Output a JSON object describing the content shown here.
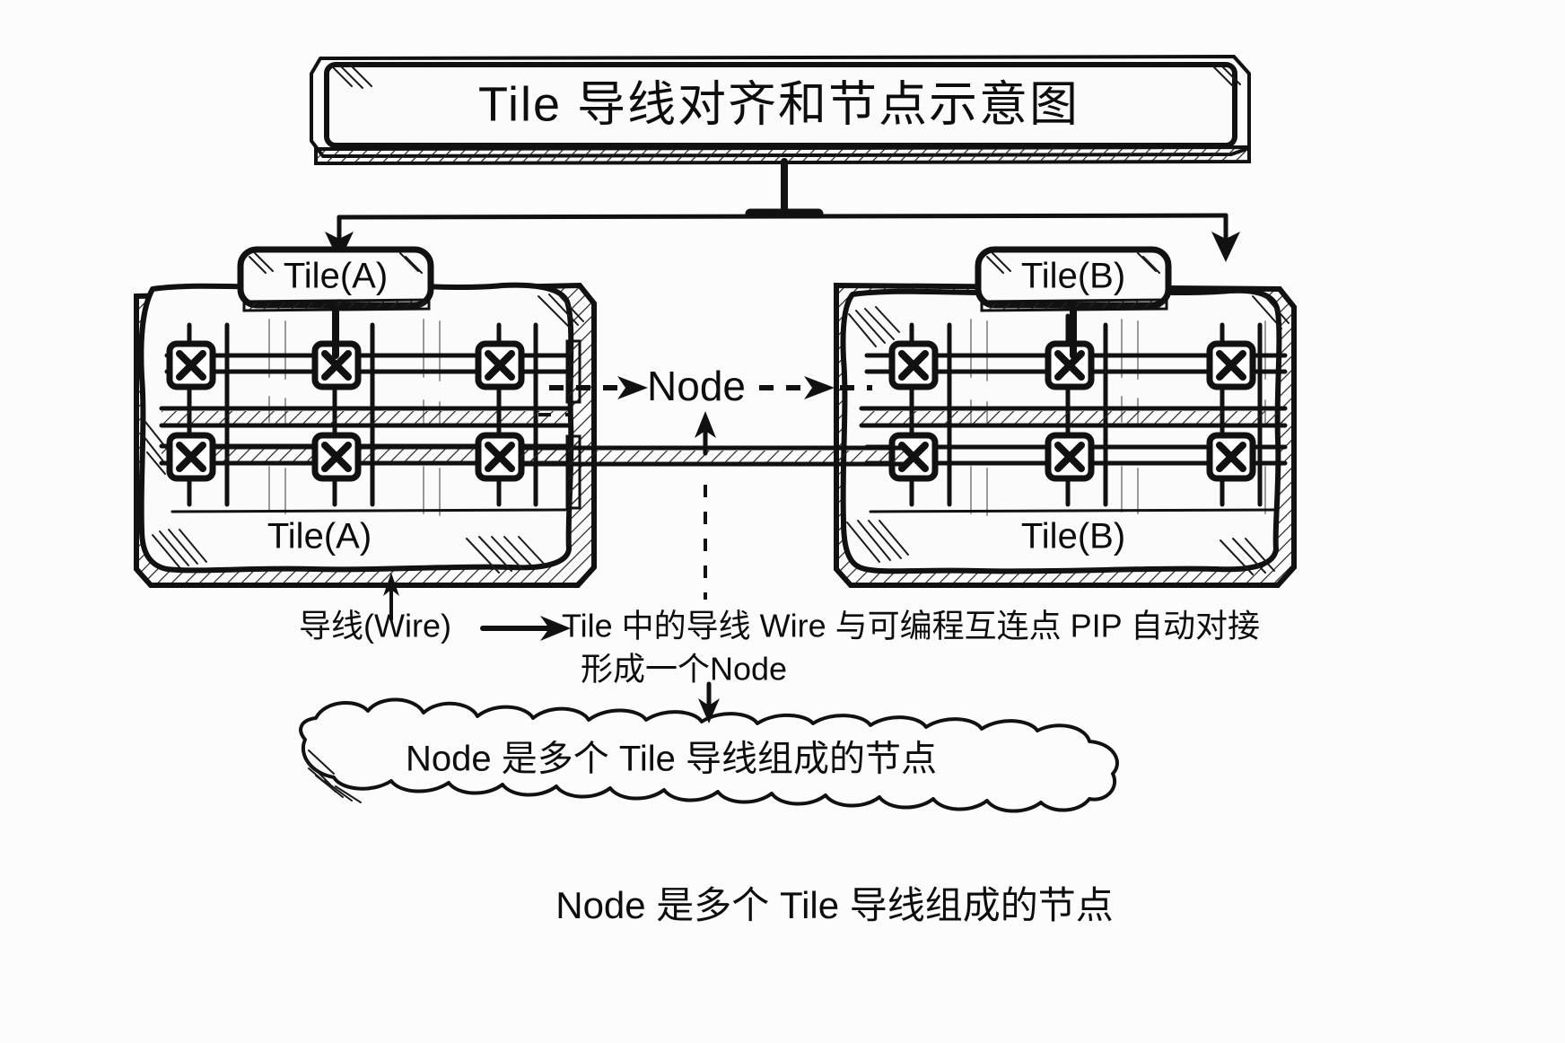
{
  "diagram": {
    "title": "Tile 导线对齐和节点示意图",
    "tile_a_chip": "Tile(A)",
    "tile_b_chip": "Tile(B)",
    "tile_a_inner": "Tile(A)",
    "tile_b_inner": "Tile(B)",
    "node_label": "Node",
    "wire_label": "导线(Wire)",
    "explain_line1": "Tile 中的导线 Wire 与可编程互连点 PIP 自动对接",
    "explain_line2": "形成一个Node",
    "cloud_text": "Node 是多个 Tile 导线组成的节点",
    "caption": "Node 是多个 Tile 导线组成的节点",
    "colors": {
      "ink": "#111111",
      "background": "#fcfcfc",
      "panel_fill": "#fbfbfb",
      "faint": "#9a9a9a"
    },
    "pip_glyph": "X",
    "pip_count_per_tile": 6,
    "icons": {
      "pip": "x-cross-icon",
      "arrow_down": "arrow-down-icon",
      "arrow_right": "arrow-right-icon",
      "cloud": "cloud-icon"
    }
  }
}
